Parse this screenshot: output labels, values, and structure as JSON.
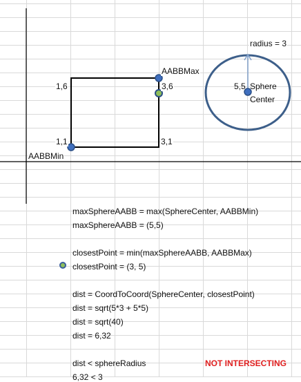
{
  "diagram": {
    "labels": {
      "aabb_max": "AABBMax",
      "aabb_min": "AABBMin",
      "point_1_6": "1,6",
      "point_3_6": "3,6",
      "point_1_1": "1,1",
      "point_3_1": "3,1",
      "radius": "radius = 3",
      "sphere_center_coord": "5,5",
      "sphere_word": "Sphere",
      "center_word": "Center"
    },
    "colors": {
      "point_fill": "#3f6fbf",
      "point_border": "#2b4f86",
      "closest_point_fill": "#8fbf5a",
      "circle_stroke": "#3d5f8a",
      "arrow": "#7f9fc9",
      "rect": "#000000",
      "alert_text": "#e02020"
    }
  },
  "notes": {
    "line1": "maxSphereAABB = max(SphereCenter, AABBMin)",
    "line2": "maxSphereAABB = (5,5)",
    "line3": "closestPoint = min(maxSphereAABB, AABBMax)",
    "line4": "closestPoint = (3, 5)",
    "line5": "dist = CoordToCoord(SphereCenter, closestPoint)",
    "line6": "dist = sqrt(5*3 + 5*5)",
    "line7": "dist = sqrt(40)",
    "line8": "dist = 6,32",
    "line9": "dist < sphereRadius",
    "line10": "6,32 < 3",
    "result": "NOT INTERSECTING"
  }
}
